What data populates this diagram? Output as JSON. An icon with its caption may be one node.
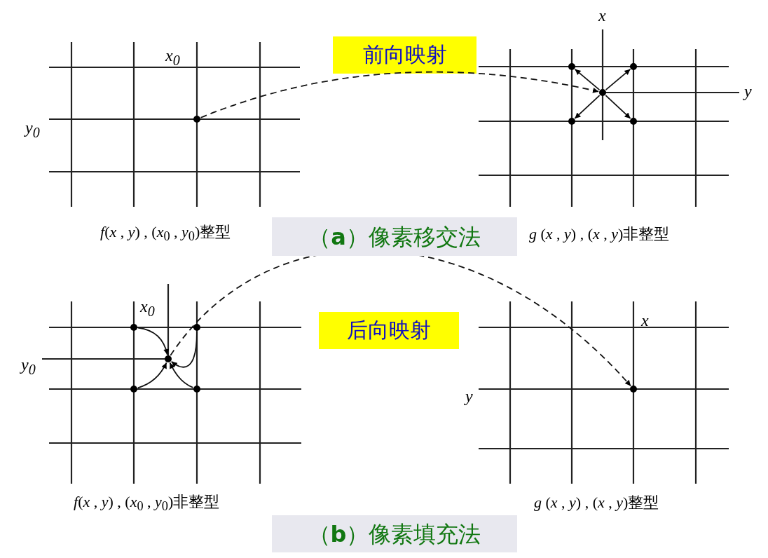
{
  "diagram": {
    "nodes": [
      {
        "text": [
          "前向映射"
        ]
      },
      {
        "text": [
          "后向映射"
        ]
      },
      {
        "text": [],
        "shape": "circle"
      },
      {
        "text": [],
        "shape": "circle"
      },
      {
        "text": [],
        "shape": "circle"
      },
      {
        "text": [],
        "shape": "circle"
      },
      {
        "text": [],
        "shape": "circle"
      },
      {
        "text": [],
        "shape": "circle"
      },
      {
        "text": [],
        "shape": "circle"
      },
      {
        "text": [],
        "shape": "circle"
      },
      {
        "text": [],
        "shape": "circle"
      },
      {
        "text": [],
        "shape": "circle"
      },
      {
        "text": [],
        "shape": "circle"
      },
      {
        "text": [],
        "shape": "circle"
      }
    ],
    "edges": [
      {
        "from": 5,
        "to": 4,
        "arrow": "to",
        "style": "dashed"
      },
      {
        "from": 4,
        "to": 2,
        "arrow": "to"
      },
      {
        "from": 4,
        "to": 3,
        "arrow": "to"
      },
      {
        "from": 4,
        "to": 6,
        "arrow": "to"
      },
      {
        "from": 4,
        "to": 7,
        "arrow": "to"
      },
      {
        "from": 8,
        "to": 10,
        "arrow": "to"
      },
      {
        "from": 9,
        "to": 10,
        "arrow": "to"
      },
      {
        "from": 11,
        "to": 10,
        "arrow": "to"
      },
      {
        "from": 12,
        "to": 10,
        "arrow": "to"
      },
      {
        "from": 10,
        "to": 13,
        "arrow": "to",
        "style": "dashed"
      }
    ],
    "labels": [
      "x$_{0}$",
      "x",
      "y$_{0}$",
      "y",
      "*f*(*x* , *y*) , (*x*$_{0}$ , *y*$_{0}$)整型",
      "（**a**）像素移交法",
      "*g* (*x* , *y*) , (*x* , *y*)非整型",
      "x$_{0}$",
      "y$_{0}$",
      "x",
      "y",
      "*f*(*x* , *y*) , (*x*$_{0}$ , *y*$_{0}$)非整型",
      "*g* (*x* , *y*) , (*x* , *y*)整型",
      "（**b**）像素填充法"
    ]
  }
}
